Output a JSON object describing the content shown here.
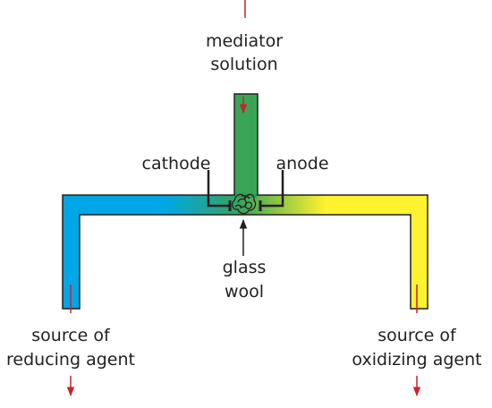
{
  "labels": {
    "mediator_line1": "mediator",
    "mediator_line2": "solution",
    "cathode": "cathode",
    "anode": "anode",
    "glass_line1": "glass",
    "glass_line2": "wool",
    "reducing_line1": "source of",
    "reducing_line2": "reducing agent",
    "oxidizing_line1": "source of",
    "oxidizing_line2": "oxidizing agent"
  },
  "colors": {
    "reducing": "#00a6e6",
    "oxidizing": "#fff22e",
    "mediator": "#3aa457",
    "outline": "#231f20",
    "arrow_red": "#c8232c",
    "arrow_black": "#231f20"
  }
}
